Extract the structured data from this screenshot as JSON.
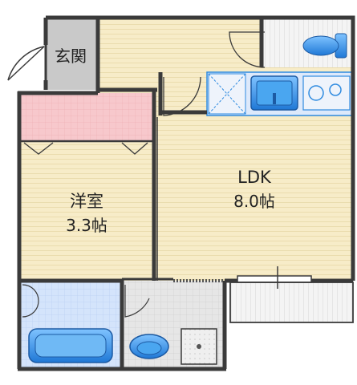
{
  "labels": {
    "entrance": "玄関",
    "western_room_name": "洋室",
    "western_room_size": "3.3帖",
    "ldk_name": "LDK",
    "ldk_size": "8.0帖"
  },
  "colors": {
    "wall": "#3a3a3a",
    "floor_wood": "#f7ecc8",
    "wood_line": "#eadcae",
    "closet_pink": "#f7c8cc",
    "tile_blue": "#d4e4fb",
    "tile_gray": "#e3e3e3",
    "entry_gray": "#c9c9c9",
    "fixture_blue": "#2f8be0",
    "balcony": "#f2f2f2"
  }
}
